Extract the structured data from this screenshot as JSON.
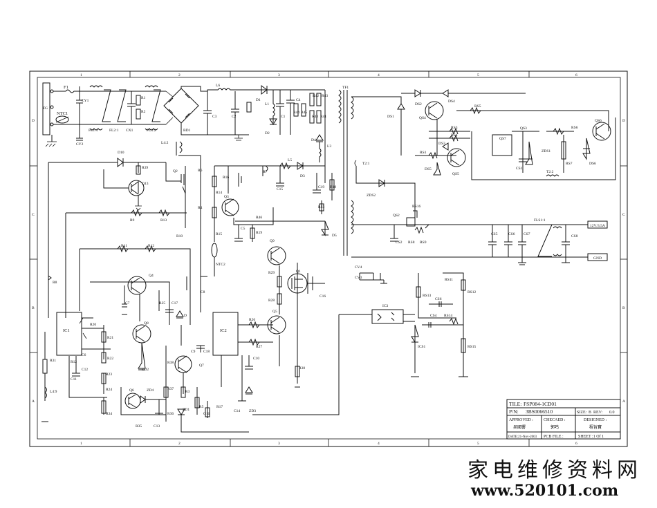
{
  "border": {
    "col_numbers": [
      "1",
      "2",
      "3",
      "4",
      "5",
      "6"
    ],
    "row_letters": [
      "D",
      "C",
      "B",
      "A"
    ]
  },
  "labels": {
    "ac": [
      "F1",
      "NTC1",
      "CY1",
      "CY2",
      "FL1:1",
      "FL2:1",
      "CX1",
      "R1",
      "R2",
      "FL3:2",
      "BD1",
      "FG"
    ],
    "pfc": [
      "L6",
      "D1",
      "C3",
      "C2",
      "L1",
      "C4",
      "C1",
      "D2",
      "R42",
      "R43",
      "R44",
      "R45",
      "R40",
      "R41",
      "D4",
      "L3",
      "TF1"
    ],
    "primary": [
      "L4:2",
      "D10",
      "R39",
      "Q2",
      "Q13",
      "R6",
      "R9",
      "R13",
      "R10",
      "R4",
      "R11",
      "R12",
      "R8",
      "Q4",
      "C7",
      "R25",
      "C17",
      "D",
      "C8",
      "R20",
      "IC1",
      "C6",
      "Q8",
      "R21",
      "R22",
      "ZD2",
      "R23",
      "R31",
      "R12",
      "C12",
      "C11",
      "L4:9",
      "R24",
      "Q6",
      "ZD4",
      "R34",
      "R35",
      "C13",
      "R38",
      "Q7",
      "R37",
      "R3",
      "R36",
      "ZD1",
      "R5",
      "Q11",
      "R17",
      "C9",
      "C18",
      "IC2",
      "C14",
      "ZD3",
      "R26",
      "R27",
      "C10",
      "R30",
      "Q5",
      "R28",
      "R29",
      "Q9",
      "Q1",
      "C16",
      "R16",
      "R14",
      "Q3",
      "R15",
      "NTC2",
      "C5",
      "R19",
      "R46",
      "R7",
      "L5",
      "C15",
      "D3",
      "C19",
      "R18",
      "R33",
      "D5"
    ],
    "secondary": [
      "DS1",
      "DS2",
      "DS4",
      "QS4",
      "RS5",
      "RS3",
      "RS4",
      "DS3",
      "RS1",
      "QS5",
      "DS5",
      "QS7",
      "QS3",
      "CS1",
      "ZDS1",
      "RS6",
      "QS6",
      "RS7",
      "DS6",
      "T2:2",
      "T2:1",
      "ZDS2",
      "QS2",
      "RS16",
      "CS2",
      "RS8",
      "RS9",
      "FLS1:1",
      "CS5",
      "CS6",
      "CS7",
      "CS8",
      "CV4",
      "CV3",
      "RS11",
      "RS13",
      "RS12",
      "CS6",
      "IC3",
      "CS4",
      "RS14",
      "ICS1",
      "RS15"
    ],
    "outputs": [
      "12V/3.5A",
      "GND"
    ]
  },
  "title_block": {
    "title_label": "TILE:",
    "title_value": "FSP084-1CD01",
    "pn_label": "P/N:",
    "pn_value": "3BS0066510",
    "size_label": "SIZE:",
    "size_value": "B",
    "rev_label": "REV:",
    "rev_value": "0.0",
    "approved_label": "APPROVED :",
    "approved_value": "吴國響",
    "checked_label": "CHECAED :",
    "checked_value": "郭鸣",
    "designed_label": "DESIGNED :",
    "designed_value": "程旨寶",
    "date_value": "DATE:21-Nov-2003",
    "pcb_label": "PCB FILE :",
    "sheet_value": "SHEET :1 Of 1"
  },
  "watermark": {
    "cn": "家电维修资料网",
    "url": "www.520101.com"
  }
}
